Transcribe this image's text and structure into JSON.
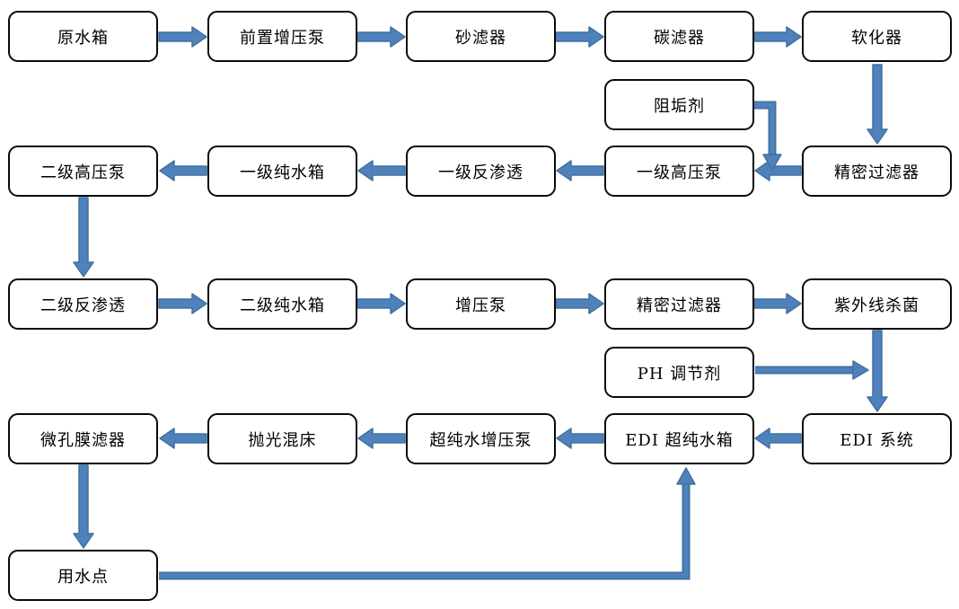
{
  "diagram": {
    "kind": "flowchart",
    "language": "zh-CN",
    "description_visible_text_only": true
  },
  "colors": {
    "arrow_fill": "#4F81BD",
    "arrow_stroke": "#41719C",
    "box_border": "#0A0A0A",
    "box_fill": "#FFFFFF",
    "background": "#FFFFFF",
    "text": "#000000"
  },
  "nodes": [
    {
      "id": "raw-water-tank",
      "label": "原水箱"
    },
    {
      "id": "pre-boost-pump",
      "label": "前置增压泵"
    },
    {
      "id": "sand-filter",
      "label": "砂滤器"
    },
    {
      "id": "carbon-filter",
      "label": "碳滤器"
    },
    {
      "id": "softener",
      "label": "软化器"
    },
    {
      "id": "antiscalant",
      "label": "阻垢剂"
    },
    {
      "id": "high-pressure-pump-2",
      "label": "二级高压泵"
    },
    {
      "id": "pure-water-tank-1",
      "label": "一级纯水箱"
    },
    {
      "id": "ro-1",
      "label": "一级反渗透"
    },
    {
      "id": "high-pressure-pump-1",
      "label": "一级高压泵"
    },
    {
      "id": "precision-filter-1",
      "label": "精密过滤器"
    },
    {
      "id": "ro-2",
      "label": "二级反渗透"
    },
    {
      "id": "pure-water-tank-2",
      "label": "二级纯水箱"
    },
    {
      "id": "boost-pump",
      "label": "增压泵"
    },
    {
      "id": "precision-filter-2",
      "label": "精密过滤器"
    },
    {
      "id": "uv-sterilizer",
      "label": "紫外线杀菌"
    },
    {
      "id": "ph-adjuster",
      "label": "PH 调节剂"
    },
    {
      "id": "edi-ultrapure-tank",
      "label": "EDI 超纯水箱"
    },
    {
      "id": "edi-system",
      "label": "EDI 系统"
    },
    {
      "id": "micro-membrane-filter",
      "label": "微孔膜滤器"
    },
    {
      "id": "polishing-mixed-bed",
      "label": "抛光混床"
    },
    {
      "id": "ultrapure-boost-pump",
      "label": "超纯水增压泵"
    },
    {
      "id": "water-use-point",
      "label": "用水点"
    }
  ],
  "edges": [
    {
      "from": "raw-water-tank",
      "to": "pre-boost-pump"
    },
    {
      "from": "pre-boost-pump",
      "to": "sand-filter"
    },
    {
      "from": "sand-filter",
      "to": "carbon-filter"
    },
    {
      "from": "carbon-filter",
      "to": "softener"
    },
    {
      "from": "softener",
      "to": "precision-filter-1"
    },
    {
      "from": "antiscalant",
      "to": "high-pressure-pump-1"
    },
    {
      "from": "precision-filter-1",
      "to": "high-pressure-pump-1"
    },
    {
      "from": "high-pressure-pump-1",
      "to": "ro-1"
    },
    {
      "from": "ro-1",
      "to": "pure-water-tank-1"
    },
    {
      "from": "pure-water-tank-1",
      "to": "high-pressure-pump-2"
    },
    {
      "from": "high-pressure-pump-2",
      "to": "ro-2"
    },
    {
      "from": "ro-2",
      "to": "pure-water-tank-2"
    },
    {
      "from": "pure-water-tank-2",
      "to": "boost-pump"
    },
    {
      "from": "boost-pump",
      "to": "precision-filter-2"
    },
    {
      "from": "precision-filter-2",
      "to": "uv-sterilizer"
    },
    {
      "from": "uv-sterilizer",
      "to": "edi-system"
    },
    {
      "from": "ph-adjuster",
      "to": "edi-system"
    },
    {
      "from": "edi-system",
      "to": "edi-ultrapure-tank"
    },
    {
      "from": "edi-ultrapure-tank",
      "to": "ultrapure-boost-pump"
    },
    {
      "from": "ultrapure-boost-pump",
      "to": "polishing-mixed-bed"
    },
    {
      "from": "polishing-mixed-bed",
      "to": "micro-membrane-filter"
    },
    {
      "from": "micro-membrane-filter",
      "to": "water-use-point"
    },
    {
      "from": "water-use-point",
      "to": "edi-ultrapure-tank"
    }
  ]
}
